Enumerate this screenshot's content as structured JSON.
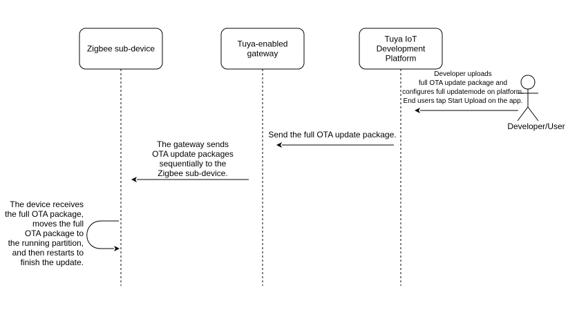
{
  "participants": [
    {
      "id": "zigbee",
      "label": [
        "Zigbee sub-device"
      ]
    },
    {
      "id": "gateway",
      "label": [
        "Tuya-enabled",
        "gateway"
      ]
    },
    {
      "id": "platform",
      "label": [
        "Tuya IoT",
        "Development",
        "Platform"
      ]
    }
  ],
  "actor": {
    "label": "Developer/User"
  },
  "messages": [
    {
      "id": "upload",
      "from": "Developer/User",
      "to": "Tuya IoT Development Platform",
      "text": [
        "Developer uploads",
        "full OTA update package and",
        "configures full updatemode on platform.",
        "End users tap Start Upload on the app."
      ]
    },
    {
      "id": "send",
      "from": "Tuya IoT Development Platform",
      "to": "Tuya-enabled gateway",
      "text": [
        "Send the full OTA update package."
      ]
    },
    {
      "id": "forward",
      "from": "Tuya-enabled gateway",
      "to": "Zigbee sub-device",
      "text": [
        "The gateway sends",
        "OTA update packages",
        "sequentially to the",
        "Zigbee sub-device."
      ]
    },
    {
      "id": "self",
      "from": "Zigbee sub-device",
      "to": "Zigbee sub-device",
      "text": [
        "The device receives",
        "the full OTA package,",
        "moves the full",
        "OTA package to",
        "the running partition,",
        "and then restarts to",
        "finish the update."
      ]
    }
  ]
}
